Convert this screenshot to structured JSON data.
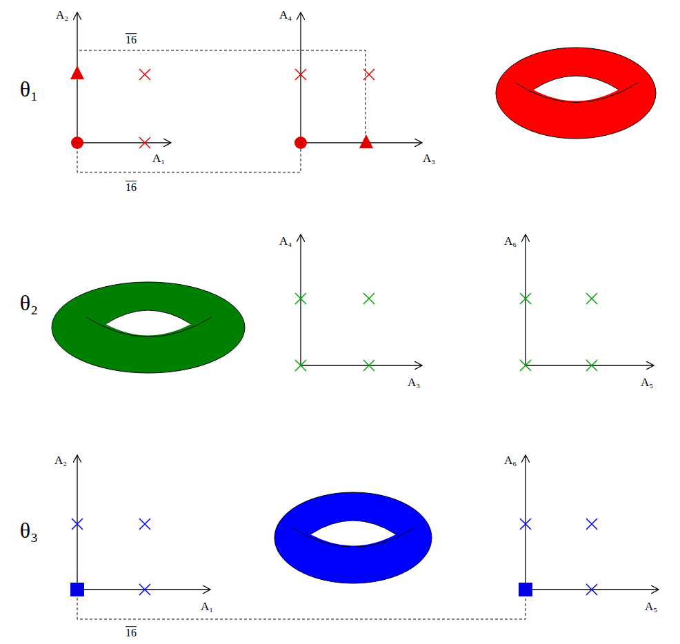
{
  "diagram": {
    "labels": [
      "θ₁",
      "A₂",
      "A₁",
      "A₄",
      "A₃",
      "16",
      "16",
      "θ₂",
      "A₄",
      "A₃",
      "A₆",
      "A₅",
      "θ₃",
      "A₂",
      "A₁",
      "A₆",
      "A₅",
      "16"
    ]
  }
}
